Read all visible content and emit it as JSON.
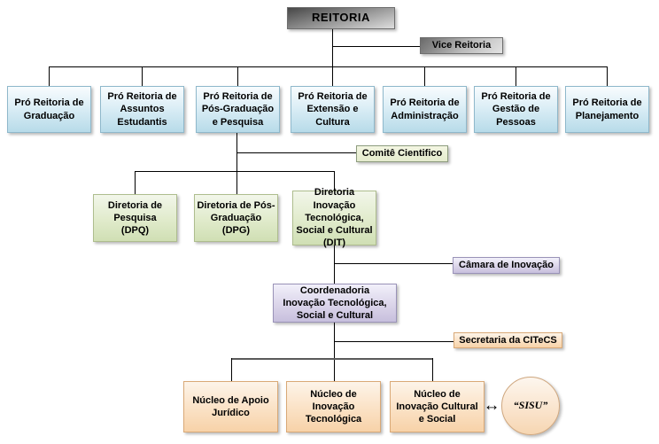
{
  "org_chart": {
    "root": {
      "label": "REITORIA"
    },
    "vice": {
      "label": "Vice Reitoria"
    },
    "pro_reitorias": [
      {
        "label": "Pró Reitoria de\nGraduação"
      },
      {
        "label": "Pró Reitoria de\nAssuntos\nEstudantis"
      },
      {
        "label": "Pró Reitoria de\nPós-Graduação\ne Pesquisa"
      },
      {
        "label": "Pró Reitoria de\nExtensão e\nCultura"
      },
      {
        "label": "Pró Reitoria de\nAdministração"
      },
      {
        "label": "Pró Reitoria de\nGestão de\nPessoas"
      },
      {
        "label": "Pró Reitoria de\nPlanejamento"
      }
    ],
    "comite": {
      "label": "Comitê Cientifico"
    },
    "diretorias": [
      {
        "label": "Diretoria de\nPesquisa\n(DPQ)"
      },
      {
        "label": "Diretoria de Pós-\nGraduação\n(DPG)"
      },
      {
        "label": "Diretoria Inovação\nTecnológica,\nSocial e Cultural\n(DIT)"
      }
    ],
    "camara": {
      "label": "Câmara de Inovação"
    },
    "coordenadoria": {
      "label": "Coordenadoria\nInovação Tecnológica,\nSocial e Cultural"
    },
    "secretaria": {
      "label": "Secretaria da CITeCS"
    },
    "nucleos": [
      {
        "label": "Núcleo de Apoio\nJurídico"
      },
      {
        "label": "Núcleo de\nInovação\nTecnológica"
      },
      {
        "label": "Núcleo de\nInovação Cultural\ne Social"
      }
    ],
    "external": {
      "label": "“SISU”"
    },
    "icons": {
      "link_arrow": "↔"
    },
    "colors": {
      "root_gray": "#6e6e6e",
      "pro_reitoria_blue": "#b7dbe9",
      "diretoria_green": "#d0dfb4",
      "comite_green": "#e9efd5",
      "coordenadoria_purple": "#c7bfdd",
      "nucleo_orange": "#f7d2a8",
      "line_black": "#000000"
    }
  }
}
